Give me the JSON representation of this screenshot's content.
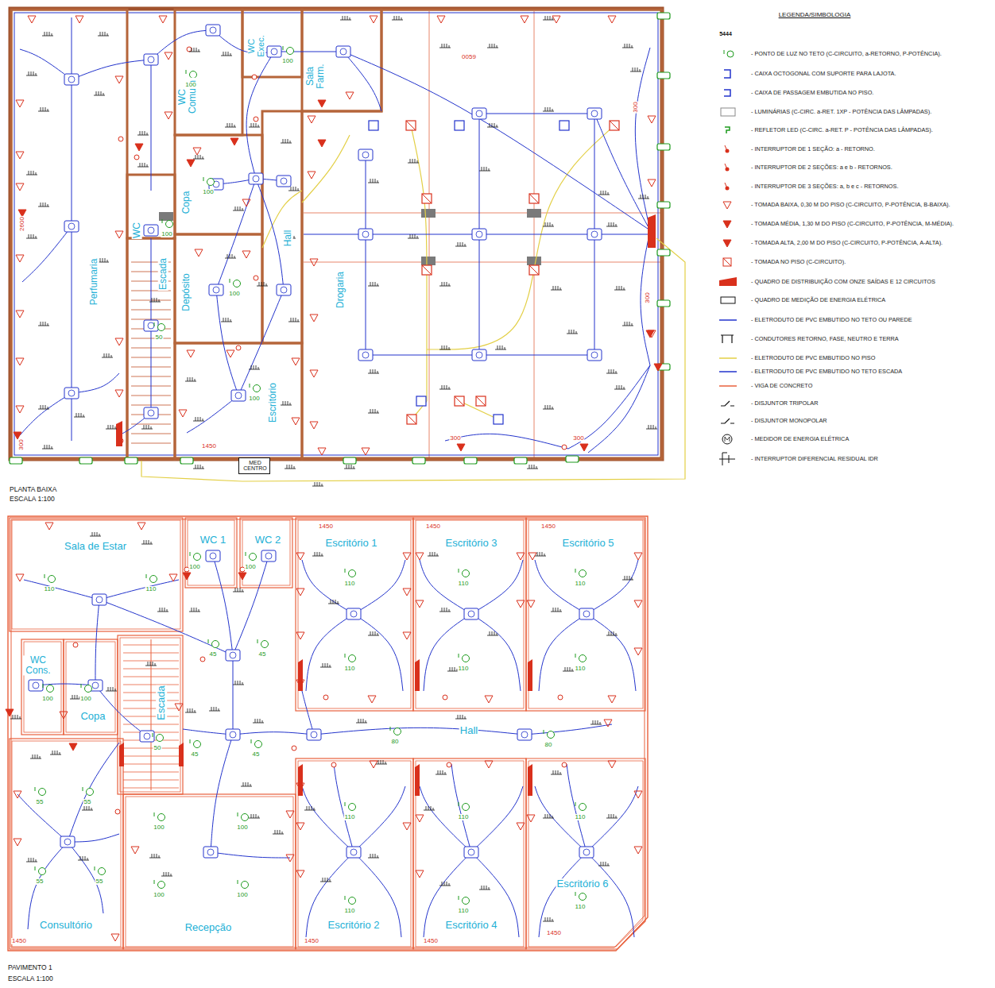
{
  "diagram": {
    "nodes": [
      {
        "text": [
          "PLANTA BAIXA",
          "ESCALA 1:100"
        ]
      },
      {
        "text": [
          "Perfumaria"
        ],
        "in": 0
      },
      {
        "text": [
          "WC Comum"
        ],
        "in": 0
      },
      {
        "text": [
          "WC Exec."
        ],
        "in": 0
      },
      {
        "text": [
          "Sala Farm."
        ],
        "in": 0
      },
      {
        "text": [
          "Copa"
        ],
        "in": 0
      },
      {
        "text": [
          "WC"
        ],
        "in": 0
      },
      {
        "text": [
          "Escada"
        ],
        "in": 0
      },
      {
        "text": [
          "Depósito"
        ],
        "in": 0
      },
      {
        "text": [
          "Hall"
        ],
        "in": 0
      },
      {
        "text": [
          "Escritório"
        ],
        "in": 0
      },
      {
        "text": [
          "Drogaria"
        ],
        "in": 0
      },
      {
        "text": [
          "MED CENTRO"
        ],
        "in": 0
      },
      {
        "text": [
          "PAVIMENTO 1",
          "ESCALA 1:100"
        ]
      },
      {
        "text": [
          "Sala de Estar"
        ],
        "in": 13
      },
      {
        "text": [
          "WC 1"
        ],
        "in": 13
      },
      {
        "text": [
          "WC 2"
        ],
        "in": 13
      },
      {
        "text": [
          "Escritório 1"
        ],
        "in": 13
      },
      {
        "text": [
          "Escritório 3"
        ],
        "in": 13
      },
      {
        "text": [
          "Escritório 5"
        ],
        "in": 13
      },
      {
        "text": [
          "WC Cons."
        ],
        "in": 13
      },
      {
        "text": [
          "Copa"
        ],
        "in": 13
      },
      {
        "text": [
          "Escada"
        ],
        "in": 13
      },
      {
        "text": [
          "Hall"
        ],
        "in": 13
      },
      {
        "text": [
          "Consultório"
        ],
        "in": 13
      },
      {
        "text": [
          "Recepção"
        ],
        "in": 13
      },
      {
        "text": [
          "Escritório 2"
        ],
        "in": 13
      },
      {
        "text": [
          "Escritório 4"
        ],
        "in": 13
      },
      {
        "text": [
          "Escritório 6"
        ],
        "in": 13
      }
    ],
    "labels": [
      "LEGENDA/SIMBOLOGIA",
      "5444",
      "100",
      "100",
      "100",
      "100",
      "100",
      "100",
      "50",
      "2600",
      "300",
      "1450",
      "0059",
      "300",
      "300",
      "300",
      "300",
      "110",
      "110",
      "100",
      "100",
      "45",
      "45",
      "100",
      "100",
      "50",
      "45",
      "45",
      "110",
      "110",
      "110",
      "110",
      "110",
      "110",
      "80",
      "80",
      "55",
      "55",
      "55",
      "55",
      "100",
      "100",
      "100",
      "100",
      "110",
      "110",
      "110",
      "110",
      "110",
      "110",
      "1450",
      "1450",
      "1450",
      "1450",
      "1450",
      "1450",
      "1450"
    ],
    "legend": [
      {
        "text": "- PONTO DE LUZ NO TETO (C-CIRCUITO, a-RETORNO, P-POTÊNCIA)."
      },
      {
        "text": "- CAIXA OCTOGONAL COM SUPORTE PARA LAJOTA."
      },
      {
        "text": "- CAIXA DE PASSAGEM EMBUTIDA NO PISO."
      },
      {
        "text": "- LUMINÁRIAS (C-CIRC. a-RET. 1XP - POTÊNCIA DAS LÂMPADAS)."
      },
      {
        "text": "- REFLETOR LED (C-CIRC. a-RET. P - POTÊNCIA DAS LÂMPADAS)."
      },
      {
        "text": "- INTERRUPTOR DE 1 SEÇÃO: a - RETORNO."
      },
      {
        "text": "- INTERRUPTOR DE 2 SEÇÕES: a e b - RETORNOS."
      },
      {
        "text": "- INTERRUPTOR DE 3 SEÇÕES: a, b e c - RETORNOS."
      },
      {
        "text": "- TOMADA BAIXA, 0,30 M DO PISO (C-CIRCUITO, P-POTÊNCIA, B-BAIXA)."
      },
      {
        "text": "- TOMADA MÉDIA, 1,30 M DO PISO (C-CIRCUITO, P-POTÊNCIA, M-MÉDIA)."
      },
      {
        "text": "- TOMADA ALTA, 2,00 M DO PISO (C-CIRCUITO, P-POTÊNCIA, A-ALTA)."
      },
      {
        "text": "- TOMADA NO PISO (C-CIRCUITO)."
      },
      {
        "text": "- QUADRO DE DISTRIBUIÇÃO COM ONZE SAÍDAS E 12 CIRCUITOS"
      },
      {
        "text": "- QUADRO DE MEDIÇÃO DE ENERGIA ELÉTRICA"
      },
      {
        "text": "- ELETRODUTO DE PVC EMBUTIDO NO TETO OU PAREDE"
      },
      {
        "text": "- CONDUTORES RETORNO, FASE, NEUTRO E TERRA"
      },
      {
        "text": "- ELETRODUTO DE PVC EMBUTIDO NO PISO"
      },
      {
        "text": "- ELETRODUTO DE PVC EMBUTIDO NO TETO ESCADA"
      },
      {
        "text": "- VIGA DE CONCRETO"
      },
      {
        "text": "- DISJUNTOR TRIPOLAR"
      },
      {
        "text": "- DISJUNTOR MONOPOLAR"
      },
      {
        "text": "- MEDIDOR DE ENERGIA ELÉTRICA"
      },
      {
        "text": "- INTERRUPTOR DIFERENCIAL RESIDUAL IDR"
      }
    ]
  }
}
